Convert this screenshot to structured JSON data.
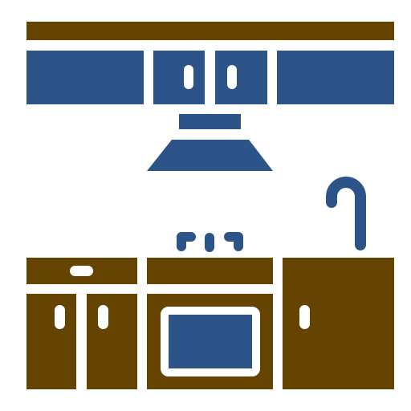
{
  "palette": {
    "wood": "#654300",
    "blue": "#2d5489",
    "white": "#ffffff"
  },
  "icon": {
    "subject": "kitchen",
    "parts": [
      "cabinet-top-trim",
      "upper-cabinets",
      "range-hood",
      "stove-burners",
      "sink-faucet",
      "lower-cabinets",
      "oven"
    ]
  }
}
